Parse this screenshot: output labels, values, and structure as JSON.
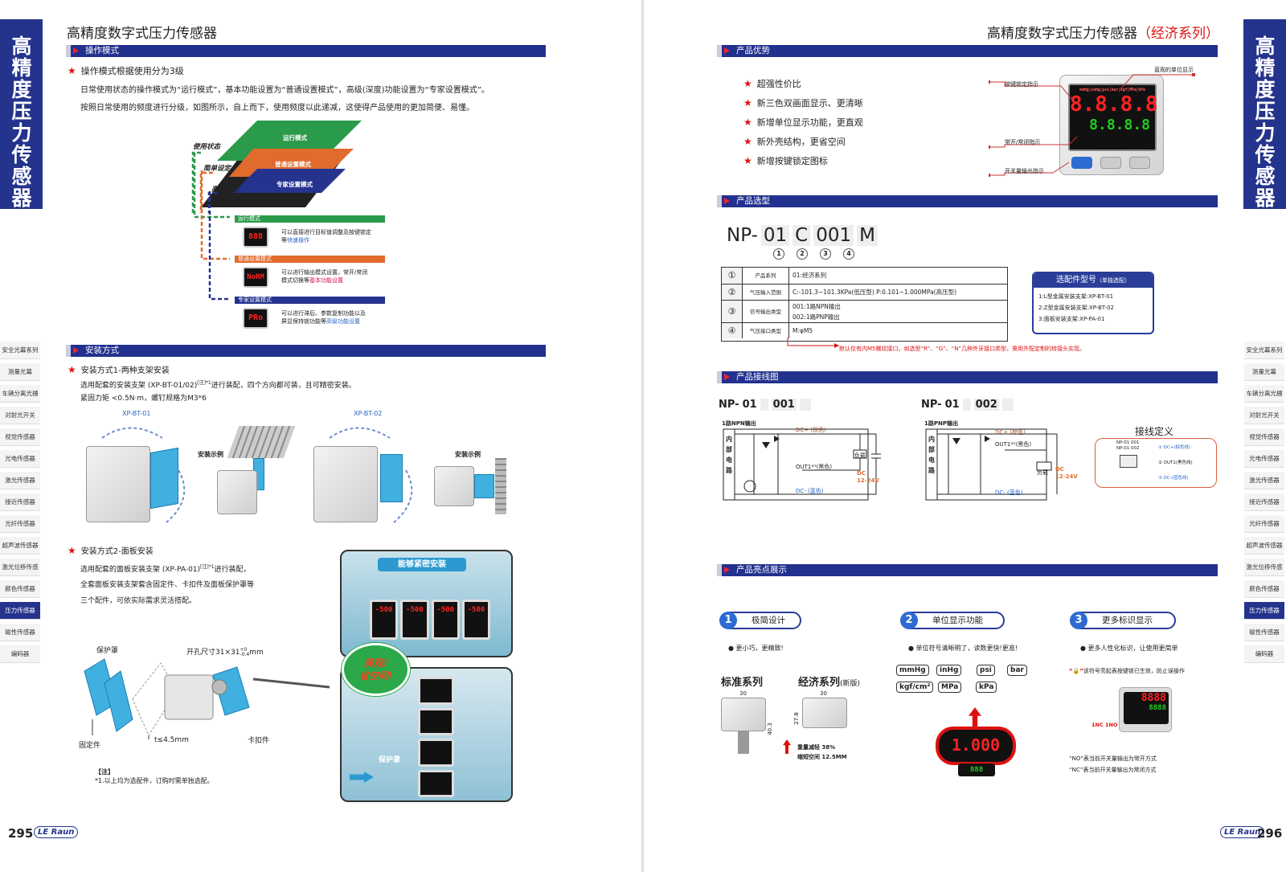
{
  "left_page": {
    "side_tab": "高精度压力传感器",
    "title": "高精度数字式压力传感器",
    "page_number": "295",
    "logo": "LE Raun",
    "section_mode": {
      "header": "操作模式",
      "bullet": "操作模式根据使用分为3级",
      "p1": "日常使用状态的操作模式为“运行模式”，基本功能设置为“普通设置模式”，高级(深度)功能设置为“专家设置模式”。",
      "p2": "按照日常使用的频度进行分级，如图所示，自上而下，使用频度以此递减，这使得产品使用的更加简便、易懂。",
      "diagram": {
        "layer_run": "运行模式",
        "layer_normal": "普通设置模式",
        "layer_expert": "专家设置模式",
        "label_use": "使用状态",
        "label_simple": "简单设定",
        "label_advanced": "高级设定",
        "band_run": "运行模式",
        "band_normal": "普通设置模式",
        "band_expert": "专家设置模式",
        "desc_run_a": "可以直接进行目标值调整及按键锁定",
        "desc_run_b": "等",
        "desc_run_c": "快速操作",
        "desc_normal_a": "可以进行输出模式设置，常开/常闭",
        "desc_normal_b": "模式切换等",
        "desc_normal_c": "基本功能设置",
        "desc_expert_a": "可以进行滞后、参数复制功能以及",
        "desc_expert_b": "屏显保持锁功能等",
        "desc_expert_c": "高级功能设置",
        "lcd_run": "888",
        "lcd_normal": "NoRM",
        "lcd_expert": "PRo"
      }
    },
    "section_install": {
      "header": "安装方式",
      "m1_title": "安装方式1-两种支架安装",
      "m1_p1": "选用配套的安装支架 (XP-BT-01/02)",
      "m1_p1_sup": "[注]*1",
      "m1_p1_end": "进行装配，四个方向都可装，且可精密安装。",
      "m1_p2": "紧固力矩 <0.5N·m，螺钉规格为M3*6",
      "bt01": "XP-BT-01",
      "bt02": "XP-BT-02",
      "example": "安装示例",
      "m2_title": "安装方式2-面板安装",
      "m2_p1": "选用配套的面板安装支架 (XP-PA-01)",
      "m2_p1_sup": "[注]*1",
      "m2_p1_end": "进行装配，",
      "m2_p2": "全套面板安装支架套含固定件、卡扣件及面板保护罩等",
      "m2_p3": "三个配件，可依实际需求灵活搭配。",
      "cover": "保护罩",
      "hole": "开孔尺寸31×31",
      "hole_tol_top": "+0",
      "hole_tol_bottom": "-0.4",
      "hole_unit": "mm",
      "fixer": "固定件",
      "thickness": "t≤4.5mm",
      "clip": "卡扣件",
      "note_title": "【注】",
      "note_text": "*1.以上均为选配件，订购时需单独选配。",
      "photo_banner": "能够紧密安装",
      "photo_bubble_1": "美观!",
      "photo_bubble_2": "省空间!",
      "photo_cover": "保护罩",
      "photo_lcd": "-500"
    },
    "categories": [
      "安全光幕系列",
      "测量光幕",
      "车辆分离光栅",
      "对射光开关",
      "视觉传感器",
      "光电传感器",
      "激光传感器",
      "接近传感器",
      "光纤传感器",
      "超声波传感器",
      "激光位移传感器",
      "颜色传感器",
      "压力传感器",
      "磁性传感器",
      "编码器"
    ],
    "active_category": 12
  },
  "right_page": {
    "side_tab": "高精度压力传感器",
    "title": "高精度数字式压力传感器",
    "title_suffix": "（经济系列）",
    "page_number": "296",
    "logo": "LE Raun",
    "section_adv": {
      "header": "产品优势",
      "items": [
        "超强性价比",
        "新三色双画面显示、更清晰",
        "新增单位显示功能，更直观",
        "新外壳结构，更省空间",
        "新增按键锁定图标"
      ],
      "callout_unit": "直观的单位显示",
      "callout_lock": "按键锁定指示",
      "callout_nonc": "常开/常闭指示",
      "callout_output": "开关量输出指示",
      "device_units": "mmHg|inHg|psi|bar|kgf|MPa|kPa",
      "device_main": "8.8.8.8",
      "device_sub": "8.8.8.8"
    },
    "section_sel": {
      "header": "产品选型",
      "model": [
        "NP-",
        "01",
        "C",
        "001",
        "M"
      ],
      "model_nums": [
        "1",
        "2",
        "3",
        "4"
      ],
      "rows": [
        {
          "n": "①",
          "name": "产品系列",
          "value": "01:经济系列"
        },
        {
          "n": "②",
          "name": "气压输入范围",
          "value": "C:-101.3~101.3KPa(低压型)  P:0.101~1.000MPa(高压型)"
        },
        {
          "n": "③",
          "name": "信号输出类型",
          "value": "001:1路NPN输出",
          "value2": "002:1路PNP输出"
        },
        {
          "n": "④",
          "name": "气压接口类型",
          "value": "M:φM5"
        }
      ],
      "note": "默认仅有内M5螺纹接口，如选型“R”、“G”、“N”几种外牙接口类型，需用外配定制的转接头实现。",
      "acc_title": "选配件型号",
      "acc_sub": "（单独选配）",
      "acc_items": [
        "1:L型金属安装支架:XP-BT-01",
        "2:Z型金属安装支架:XP-BT-02",
        "3:面板安装支架:XP-PA-01"
      ]
    },
    "section_wire": {
      "header": "产品接线图",
      "npn_model": [
        "NP-",
        "01",
        "001"
      ],
      "npn_title": "1路NPN输出",
      "pnp_model": [
        "NP-",
        "01",
        "002"
      ],
      "pnp_title": "1路PNP输出",
      "inner": "内部电路",
      "dc_plus": "DC+ (棕色)",
      "out1": "OUT1*¹(黑色)",
      "dc_minus": "DC- (蓝色)",
      "load": "负载",
      "dc": "DC",
      "volt": "12-24V",
      "def_title": "接线定义",
      "def_np1": "NP-01",
      "def_np1v": "001",
      "def_np2": "NP-01",
      "def_np2v": "002",
      "def_pin1": "① DC+(棕色线)",
      "def_pin2": "② OUT1(黑色线)",
      "def_pin3": "③ DC-(蓝色线)"
    },
    "section_hl": {
      "header": "产品亮点展示",
      "h1": "极简设计",
      "h1_bullet": "更小巧，更精致!",
      "std": "标准系列",
      "eco": "经济系列",
      "eco_sub": "(新版)",
      "dim30a": "30",
      "dim30b": "30",
      "dim403": "40.3",
      "dim278": "27.8",
      "reduce": "重量减轻  38%",
      "save": "缩短空间  12.5MM",
      "h2": "单位显示功能",
      "h2_bullet": "单位符号清晰明了，读数更快!更准!",
      "units": [
        "mmHg",
        "inHg",
        "psi",
        "bar",
        "kgf/cm²",
        "MPa",
        "kPa"
      ],
      "h2_lcd": "1.000",
      "h2_lcd2": "888",
      "h3": "更多标识显示",
      "h3_bullet": "更多人性化标识，让使用更简单",
      "h3_lock": "该符号亮起表按键锁已生效，防止误操作",
      "h3_lock_prefix": "“",
      "h3_no": "“NO”表当前开关量输出为常开方式",
      "h3_nc": "“NC”表当前开关量输出为常闭方式",
      "h3_lcd": "8888",
      "h3_lcd2": "8888",
      "h3_flags": "1NC 1NO"
    },
    "categories": [
      "安全光幕系列",
      "测量光幕",
      "车辆分离光栅",
      "对射光开关",
      "视觉传感器",
      "光电传感器",
      "激光传感器",
      "接近传感器",
      "光纤传感器",
      "超声波传感器",
      "激光位移传感器",
      "颜色传感器",
      "压力传感器",
      "磁性传感器",
      "编码器"
    ],
    "active_category": 12
  }
}
